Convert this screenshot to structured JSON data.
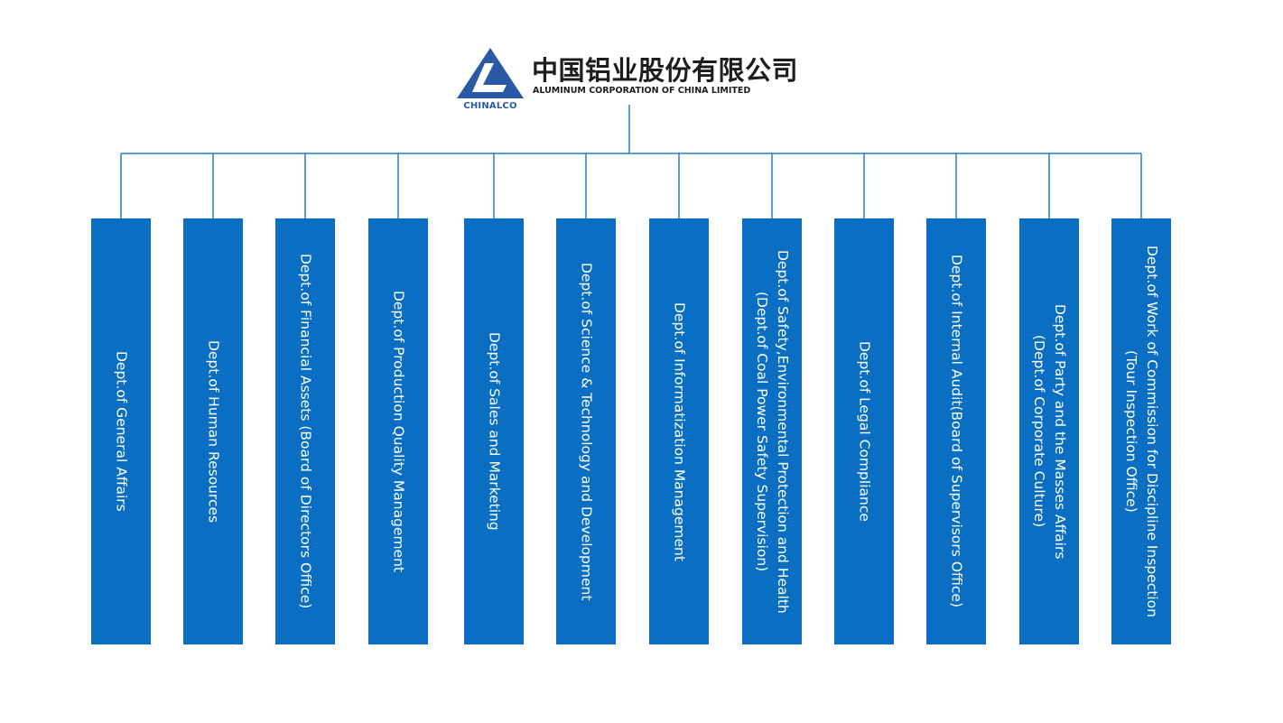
{
  "company": {
    "name_cn": "中国铝业股份有限公司",
    "name_en": "ALUMINUM CORPORATION OF CHINA LIMITED",
    "brand": "CHINALCO",
    "logo_icon": "chinalco-triangle-icon"
  },
  "colors": {
    "box": "#0a6fc2",
    "line": "#2b7bc4",
    "brand_blue": "#2a5aa6"
  },
  "departments": [
    {
      "label": "Dept.of General Affairs"
    },
    {
      "label": "Dept.of Human Resources"
    },
    {
      "label": "Dept.of Financial Assets (Board of Directors Office)"
    },
    {
      "label": "Dept.of Production Quality Management"
    },
    {
      "label": "Dept.of Sales and Marketing"
    },
    {
      "label": "Dept.of Science & Technology and Development"
    },
    {
      "label": "Dept.of Informatization Management"
    },
    {
      "label": "Dept.of Safety,Environmental Protection and Health\n(Dept.of Coal Power Safety Supervision)"
    },
    {
      "label": "Dept.of Legal Compliance"
    },
    {
      "label": "Dept.of Internal Audit(Board of Supervisors Office)"
    },
    {
      "label": "Dept.of Party and the Masses Affairs\n(Dept.of Corporate Culture)"
    },
    {
      "label": "Dept.of Work of Commission for Discipline Inspection\n(Tour Inspection Office)"
    }
  ]
}
